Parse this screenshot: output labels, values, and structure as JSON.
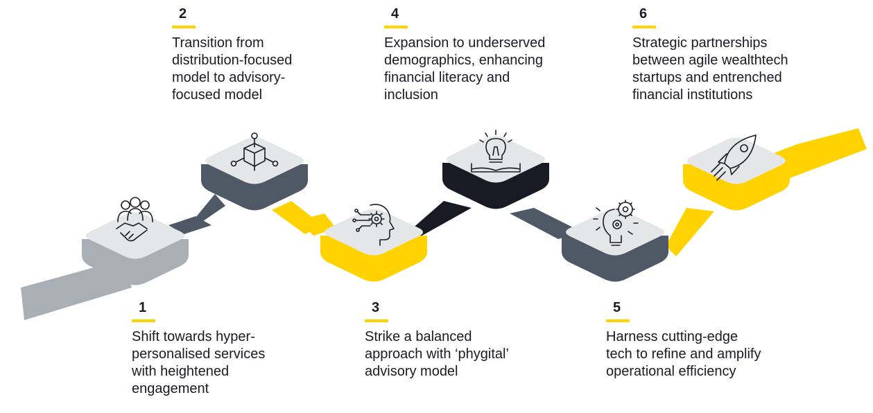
{
  "steps": [
    {
      "number": "1",
      "text": "Shift towards hyper-\npersonalised services\nwith heightened\nengagement",
      "icon": "handshake-people-icon"
    },
    {
      "number": "2",
      "text": "Transition from\ndistribution-focused\nmodel to advisory-\nfocused model",
      "icon": "cube-network-icon"
    },
    {
      "number": "3",
      "text": "Strike a balanced\napproach with ‘phygital’\nadvisory model",
      "icon": "head-gear-circuit-icon"
    },
    {
      "number": "4",
      "text": "Expansion to underserved\ndemographics, enhancing\nfinancial literacy and\ninclusion",
      "icon": "lightbulb-book-icon"
    },
    {
      "number": "5",
      "text": "Harness cutting-edge\ntech to refine and amplify\noperational efficiency",
      "icon": "lightbulb-gears-icon"
    },
    {
      "number": "6",
      "text": "Strategic partnerships\nbetween agile wealthtech\nstartups and entrenched\nfinancial institutions",
      "icon": "rocket-icon"
    }
  ],
  "colors": {
    "yellow": "#ffd200",
    "light_gray": "#a9b0b5",
    "slate": "#4e5965",
    "dark": "#1a1a24",
    "tile_top": "#e4e6e8"
  }
}
